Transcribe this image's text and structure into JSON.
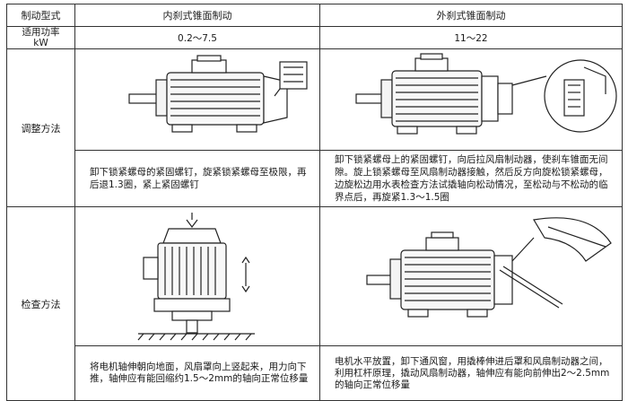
{
  "table": {
    "header": {
      "type_label": "制动型式",
      "inner": "内刹式锥面制动",
      "outer": "外刹式锥面制动"
    },
    "power_row": {
      "label_line1": "适用功率",
      "label_line2": "kW",
      "inner": "0.2～7.5",
      "outer": "11～22"
    },
    "adjust_row": {
      "label": "调整方法",
      "inner_desc": "卸下锁紧螺母的紧固螺钉，旋紧锁紧螺母至极限，再后退1.3圈，紧上紧固螺钉",
      "outer_desc": "卸下锁紧螺母上的紧固螺钉，向后拉风扇制动器，使刹车锥面无间隙。旋上锁紧螺母至风扇制动器接触，然后反方向旋松锁紧螺母，边旋松边用水表检查方法试撬轴向松动情况，至松动与不松动的临界点后，再旋紧1.3～1.5圈"
    },
    "check_row": {
      "label": "检查方法",
      "inner_desc": "将电机轴伸朝向地面，风扇罩向上竖起来，用力向下推，轴伸应有能回缩约1.5～2mm的轴向正常位移量",
      "outer_desc": "电机水平放置，卸下通风窗，用撬棒伸进后罩和风扇制动器之间，利用杠杆原理，撬动风扇制动器，轴伸应有能向前伸出2～2.5mm的轴向正常位移量"
    }
  }
}
